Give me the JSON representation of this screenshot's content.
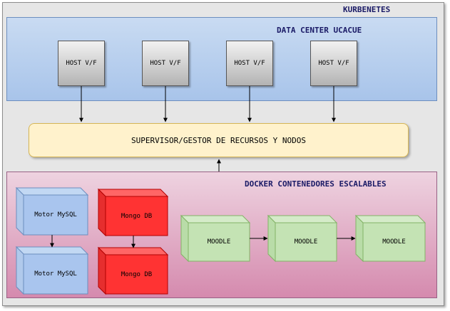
{
  "title": "KURBENETES",
  "datacenter": {
    "title": "DATA CENTER UCACUE",
    "hosts": [
      "HOST V/F",
      "HOST V/F",
      "HOST V/F",
      "HOST V/F"
    ]
  },
  "supervisor": {
    "label": "SUPERVISOR/GESTOR DE RECURSOS Y NODOS"
  },
  "docker": {
    "title": "DOCKER CONTENEDORES ESCALABLES",
    "mysql": [
      "Motor MySQL",
      "Motor MySQL"
    ],
    "mongo": [
      "Mongo DB",
      "Mongo DB"
    ],
    "moodle": [
      "MOODLE",
      "MOODLE",
      "MOODLE"
    ]
  },
  "colors": {
    "datacenter_fill": "#dae8fc",
    "supervisor_fill": "#fff2cc",
    "docker_fill": "#e6d0de",
    "mysql_fill": "#dae8fc",
    "mongo_fill": "#ff3333",
    "moodle_fill": "#d5e8d4"
  }
}
